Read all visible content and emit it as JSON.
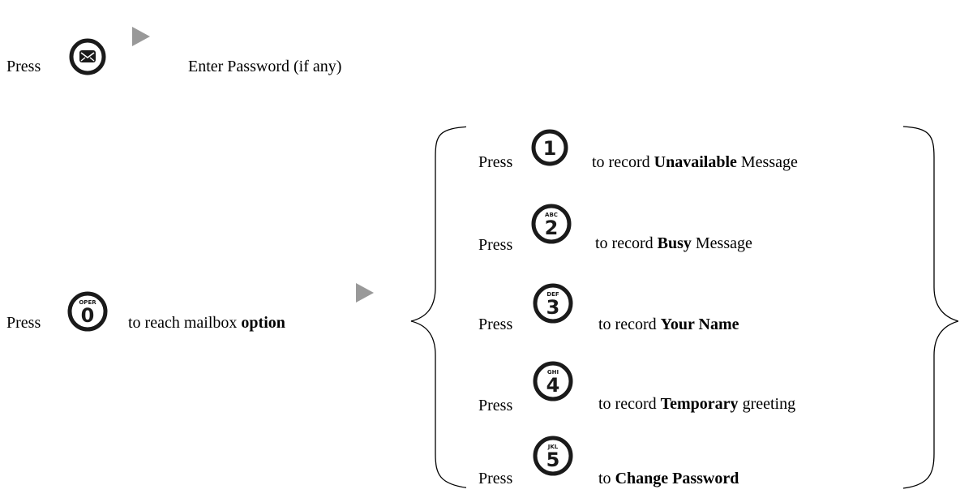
{
  "top_row": {
    "press_label": "Press",
    "mail_key_icon": "envelope-icon",
    "enter_password_label": "Enter Password (if any)"
  },
  "left": {
    "press_label": "Press",
    "key": {
      "number": "0",
      "letters": "OPER"
    },
    "to_reach_prefix": "to reach mailbox ",
    "to_reach_bold": "option"
  },
  "options": [
    {
      "press": "Press",
      "key_number": "1",
      "key_letters": "",
      "prefix": "to record ",
      "bold": "Unavailable",
      "suffix": " Message"
    },
    {
      "press": "Press",
      "key_number": "2",
      "key_letters": "ABC",
      "prefix": "to record ",
      "bold": "Busy",
      "suffix": " Message"
    },
    {
      "press": "Press",
      "key_number": "3",
      "key_letters": "DEF",
      "prefix": "to record ",
      "bold": "Your Name",
      "suffix": ""
    },
    {
      "press": "Press",
      "key_number": "4",
      "key_letters": "GHI",
      "prefix": "to record ",
      "bold": "Temporary",
      "suffix": " greeting"
    },
    {
      "press": "Press",
      "key_number": "5",
      "key_letters": "JKL",
      "prefix": "to ",
      "bold": "Change Password",
      "suffix": ""
    }
  ],
  "colors": {
    "arrow": "#999999",
    "key_outline": "#1a1a1a",
    "text": "#000000"
  }
}
